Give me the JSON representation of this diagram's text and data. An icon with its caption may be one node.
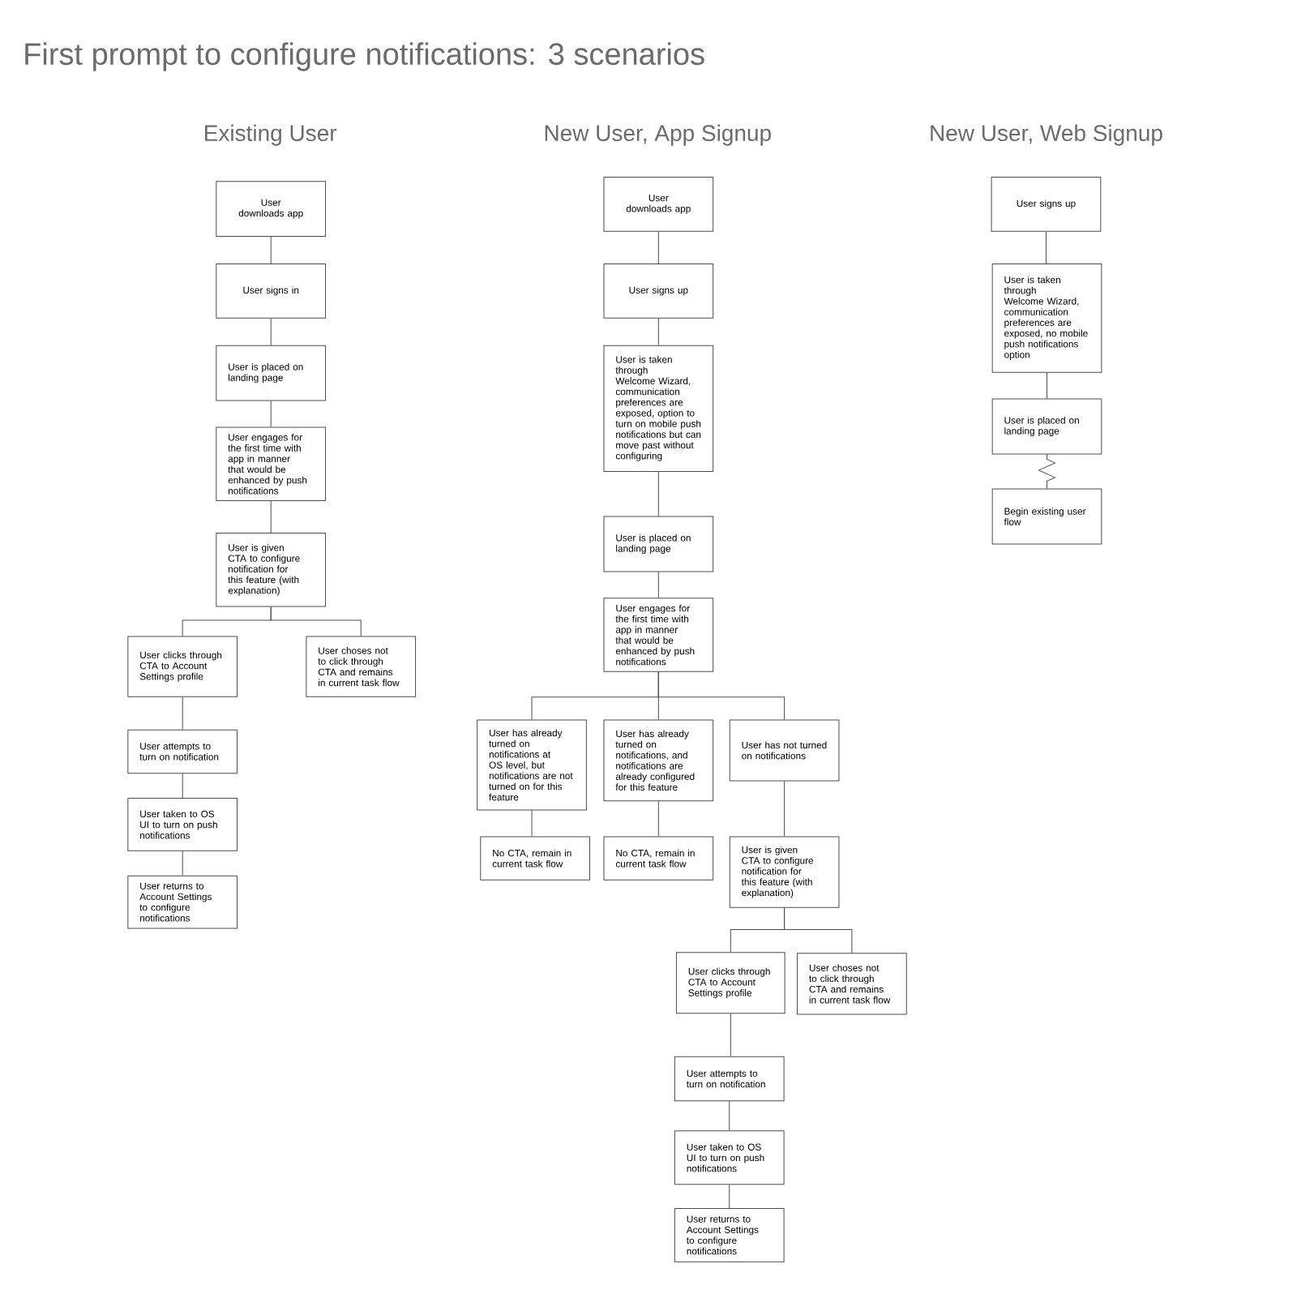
{
  "diagram": {
    "title": "First prompt to configure notifications:  3 scenarios",
    "nodes": [
      {
        "text": [
          "User downloads app"
        ]
      },
      {
        "text": [
          "User signs in"
        ]
      },
      {
        "text": [
          "User is placed on landing page"
        ]
      },
      {
        "text": [
          "User engages  for the first time with app in manner that would be enhanced by push notifications"
        ]
      },
      {
        "text": [
          "User is given CTA to configure notification for this feature (with explanation)"
        ]
      },
      {
        "text": [
          "User clicks through CTA to Account Settings profile"
        ]
      },
      {
        "text": [
          "User choses not to click through CTA and remains in current task flow"
        ]
      },
      {
        "text": [
          "User attempts to turn on notification"
        ]
      },
      {
        "text": [
          "User taken to OS UI to turn on push notifications"
        ]
      },
      {
        "text": [
          "User returns to Account Settings to configure notifications"
        ]
      },
      {
        "text": [
          "User downloads app"
        ]
      },
      {
        "text": [
          "User signs up"
        ]
      },
      {
        "text": [
          "User is taken through Welcome Wizard, communication preferences are exposed, option to turn on mobile push notifications but can move past without configuring"
        ]
      },
      {
        "text": [
          "User is placed on landing page"
        ]
      },
      {
        "text": [
          "User engages for the first time with app in manner that would be enhanced by push notifications"
        ]
      },
      {
        "text": [
          "User has already turned on notifications at OS level, but notifications are not turned on for this feature"
        ]
      },
      {
        "text": [
          "User has already turned on notifications, and notifications are already configured for this feature"
        ]
      },
      {
        "text": [
          "User has not turned on notifications"
        ]
      },
      {
        "text": [
          "No CTA, remain in current task flow"
        ]
      },
      {
        "text": [
          "No CTA, remain in current task flow"
        ]
      },
      {
        "text": [
          "User is given CTA to configure notification for this feature (with explanation)"
        ]
      },
      {
        "text": [
          "User clicks through CTA to Account Settings profile"
        ]
      },
      {
        "text": [
          "User choses not to click through CTA and remains in current task flow"
        ]
      },
      {
        "text": [
          "User attempts to turn on notification"
        ]
      },
      {
        "text": [
          "User taken to OS UI to turn on push notifications"
        ]
      },
      {
        "text": [
          "User returns to Account Settings to configure notifications"
        ]
      },
      {
        "text": [
          "User signs up"
        ]
      },
      {
        "text": [
          "User is taken through Welcome Wizard, communication preferences are exposed, no mobile push notifications option"
        ]
      },
      {
        "text": [
          "User is placed on landing page"
        ]
      },
      {
        "text": [
          "Begin existing user flow"
        ]
      }
    ],
    "edges": [
      {
        "from": 0,
        "to": 1,
        "arrow": "none"
      },
      {
        "from": 1,
        "to": 2,
        "arrow": "none"
      },
      {
        "from": 2,
        "to": 3,
        "arrow": "none"
      },
      {
        "from": 3,
        "to": 4,
        "arrow": "none"
      },
      {
        "from": 4,
        "to": 5,
        "arrow": "none"
      },
      {
        "from": 4,
        "to": 6,
        "arrow": "none"
      },
      {
        "from": 5,
        "to": 7,
        "arrow": "none"
      },
      {
        "from": 7,
        "to": 8,
        "arrow": "none"
      },
      {
        "from": 8,
        "to": 9,
        "arrow": "none"
      },
      {
        "from": 10,
        "to": 11,
        "arrow": "none"
      },
      {
        "from": 11,
        "to": 12,
        "arrow": "none"
      },
      {
        "from": 12,
        "to": 13,
        "arrow": "none"
      },
      {
        "from": 13,
        "to": 14,
        "arrow": "none"
      },
      {
        "from": 14,
        "to": 15,
        "arrow": "none"
      },
      {
        "from": 14,
        "to": 16,
        "arrow": "none"
      },
      {
        "from": 14,
        "to": 17,
        "arrow": "none"
      },
      {
        "from": 15,
        "to": 18,
        "arrow": "none"
      },
      {
        "from": 16,
        "to": 19,
        "arrow": "none"
      },
      {
        "from": 17,
        "to": 20,
        "arrow": "none"
      },
      {
        "from": 20,
        "to": 21,
        "arrow": "none"
      },
      {
        "from": 20,
        "to": 22,
        "arrow": "none"
      },
      {
        "from": 21,
        "to": 23,
        "arrow": "none"
      },
      {
        "from": 23,
        "to": 24,
        "arrow": "none"
      },
      {
        "from": 24,
        "to": 25,
        "arrow": "none"
      },
      {
        "from": 26,
        "to": 27,
        "arrow": "none"
      },
      {
        "from": 27,
        "to": 28,
        "arrow": "none"
      },
      {
        "from": 28,
        "to": 29,
        "arrow": "none"
      }
    ],
    "labels": [
      "Existing User",
      "New User, App Signup",
      "New User, Web Signup"
    ]
  }
}
